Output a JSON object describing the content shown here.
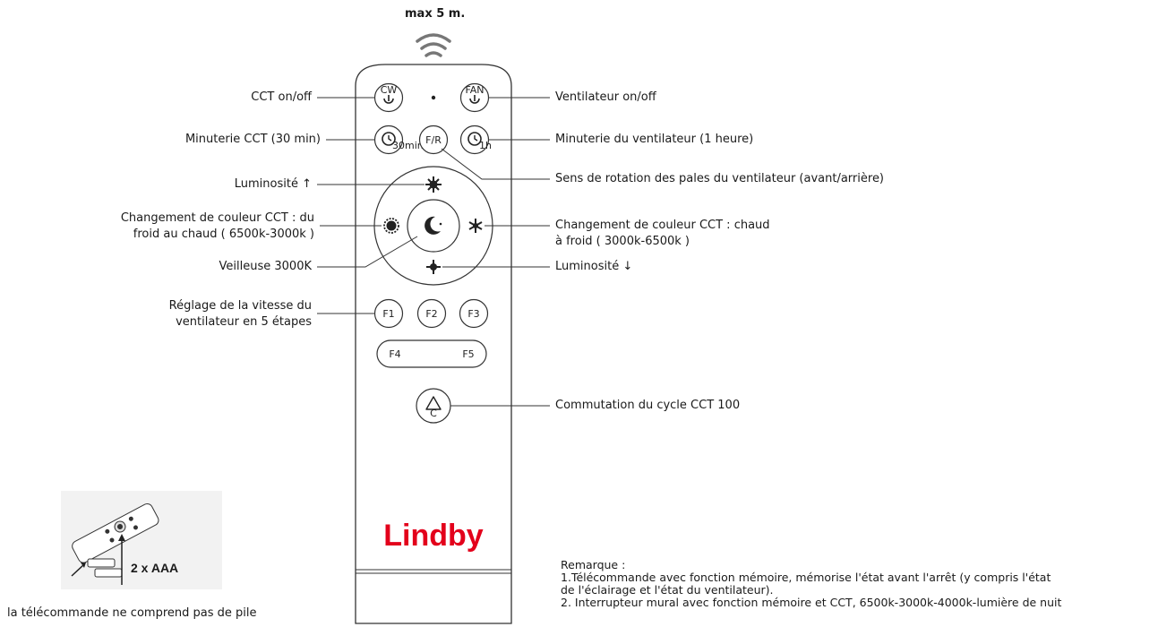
{
  "range": "max 5 m.",
  "remote": {
    "brand": "Lindby",
    "buttons": {
      "cw": "CW",
      "fan": "FAN",
      "fr": "F/R",
      "f1": "F1",
      "f2": "F2",
      "f3": "F3",
      "f4": "F4",
      "f5": "F5",
      "timer_cct_small": "30min",
      "timer_fan_small": "1h",
      "cycle": "C"
    }
  },
  "labels": {
    "cct_onoff": "CCT on/off",
    "fan_onoff": "Ventilateur on/off",
    "timer_cct": "Minuterie CCT (30 min)",
    "timer_fan": "Minuterie du ventilateur (1 heure)",
    "fan_direction": "Sens de rotation des pales du ventilateur (avant/arrière)",
    "brightness_up": "Luminosité ↑",
    "cct_cold_to_warm_1": "Changement de couleur CCT : du",
    "cct_cold_to_warm_2": "froid au chaud ( 6500k-3000k )",
    "cct_warm_to_cold_1": "Changement de couleur CCT : chaud",
    "cct_warm_to_cold_2": "à froid ( 3000k-6500k )",
    "nightlight": "Veilleuse 3000K",
    "brightness_down": "Luminosité ↓",
    "fan_speed_1": "Réglage de la vitesse du",
    "fan_speed_2": "ventilateur en 5 étapes",
    "cycle": "Commutation du cycle CCT 100"
  },
  "battery": {
    "label": "2 x AAA",
    "note": "la télécommande ne comprend pas de pile"
  },
  "remark": {
    "title": "Remarque :",
    "line1": "1.Télécommande avec fonction mémoire, mémorise l'état avant l'arrêt (y compris l'état",
    "line2": "de l'éclairage et l'état du ventilateur).",
    "line3": "2. Interrupteur mural avec fonction mémoire et CCT, 6500k-3000k-4000k-lumière de nuit"
  }
}
